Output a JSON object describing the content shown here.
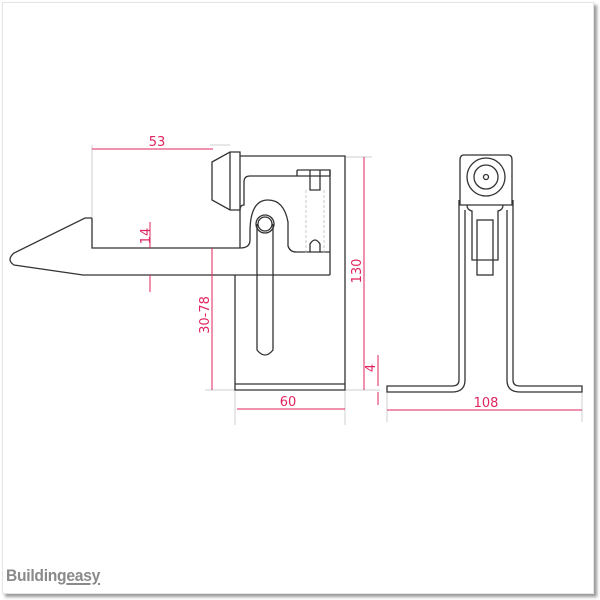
{
  "brand": {
    "name_part1": "Building",
    "name_part2": "easy"
  },
  "colors": {
    "outline": "#333333",
    "dimension": "#e0245e",
    "extension": "#cccccc",
    "logo": "#8a8a8a"
  },
  "side_view": {
    "dimensions": {
      "top_width": "53",
      "jaw_height": "14",
      "adjust_range": "30-78",
      "overall_height": "130",
      "base_width": "60"
    }
  },
  "front_view": {
    "dimensions": {
      "plate_thickness": "4",
      "base_width": "108"
    }
  }
}
